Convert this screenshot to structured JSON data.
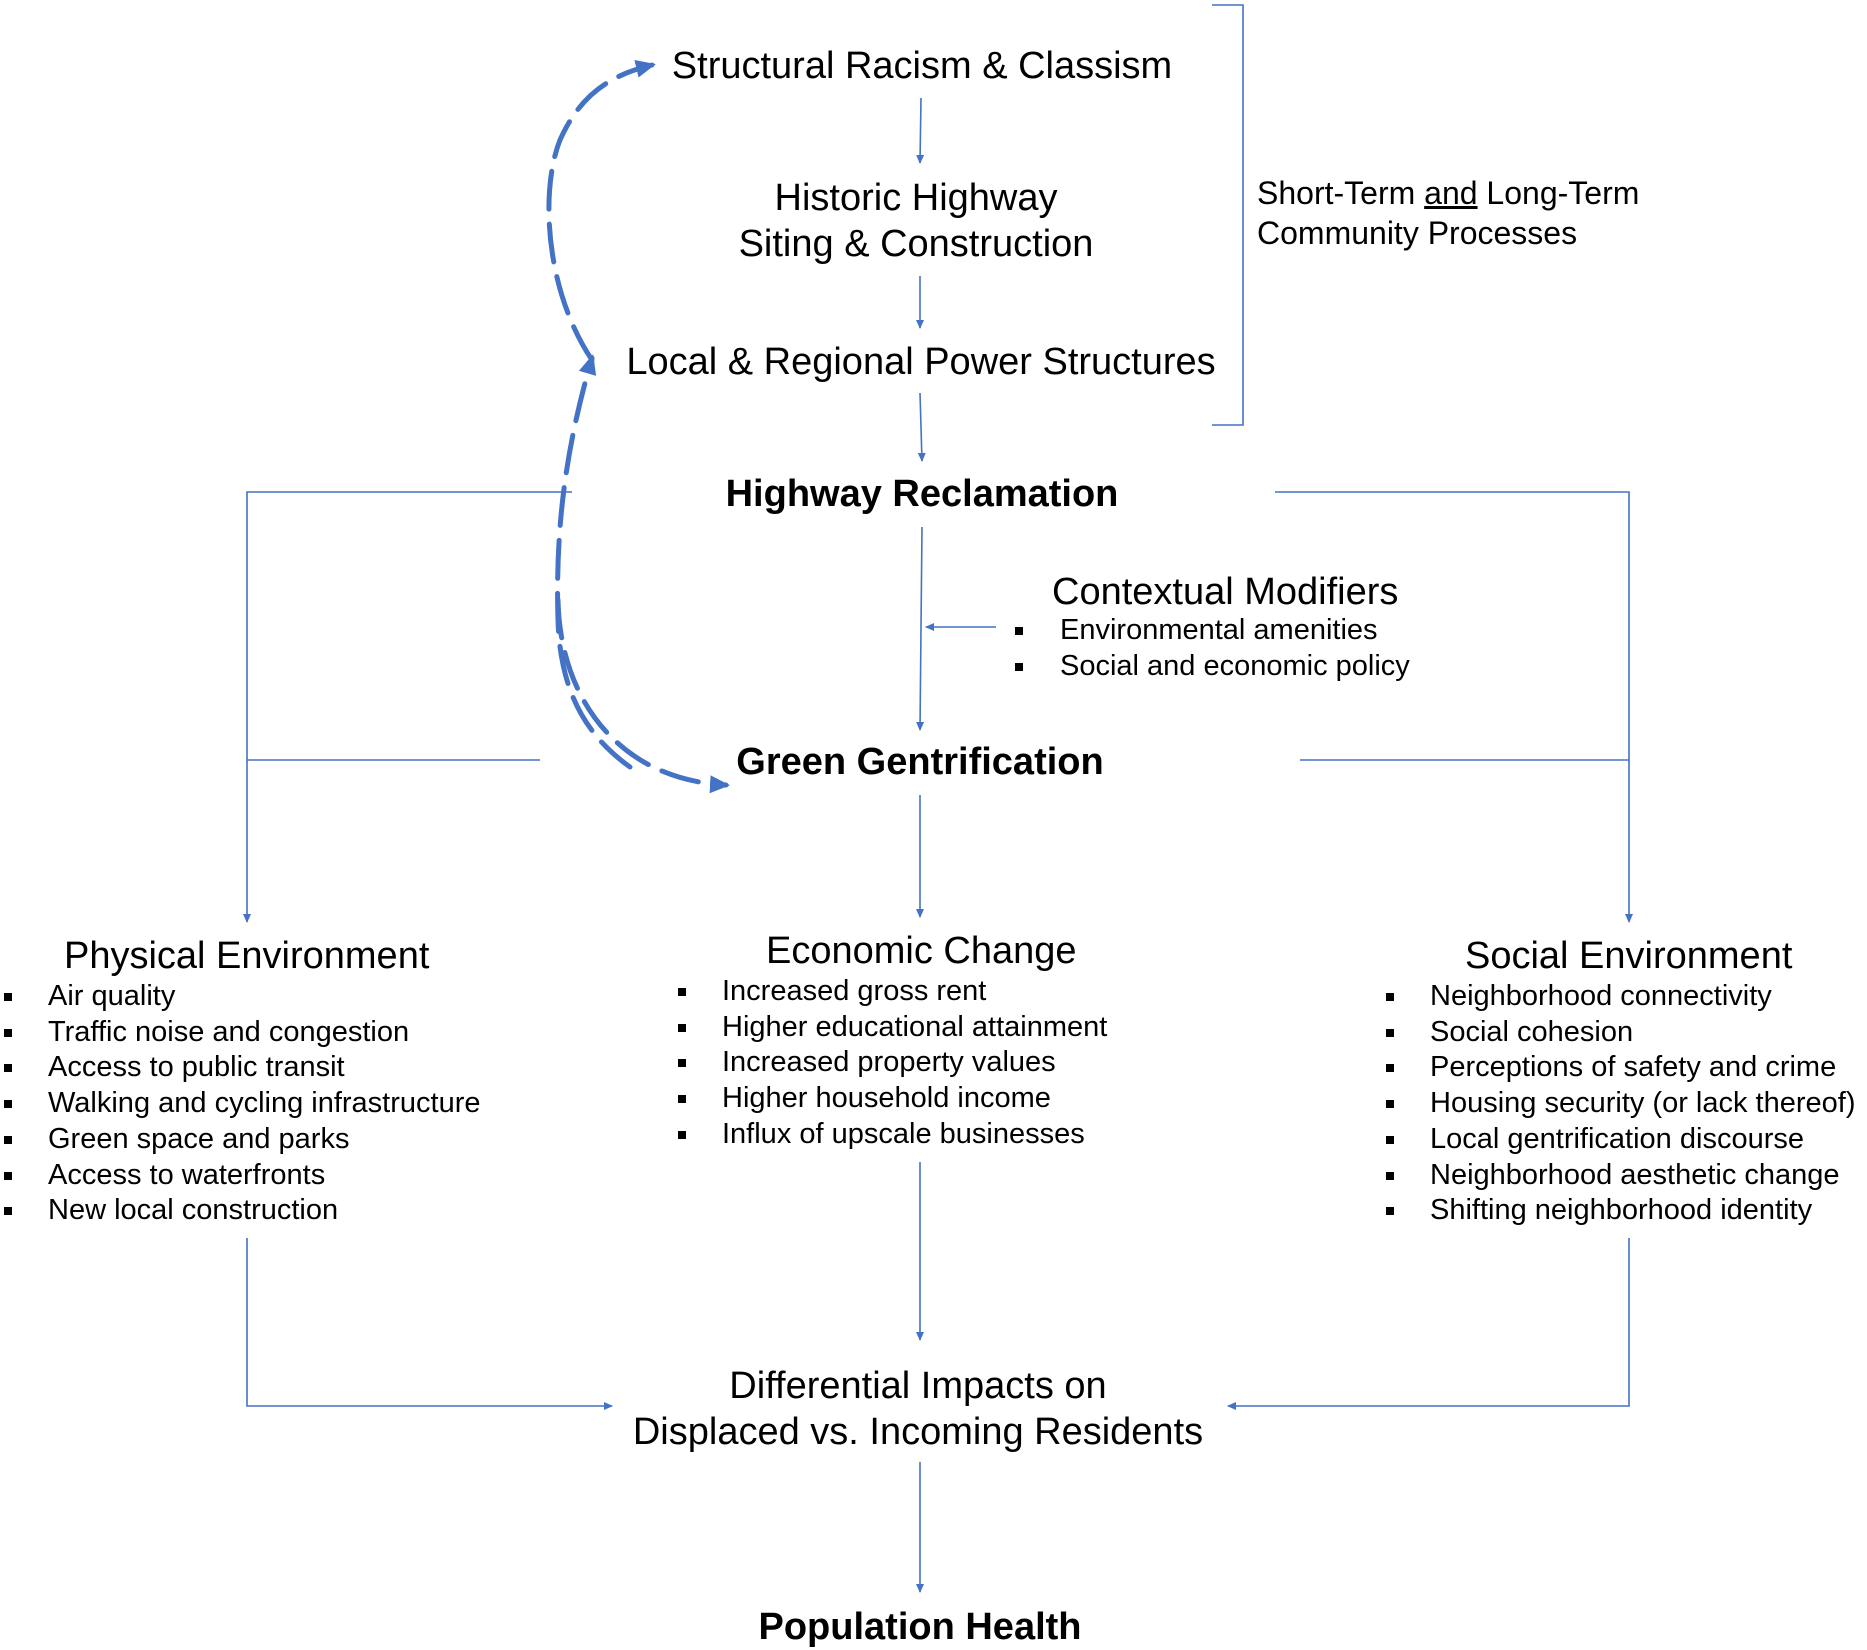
{
  "top_chain": {
    "structural": "Structural Racism & Classism",
    "historic_line1": "Historic Highway",
    "historic_line2": "Siting & Construction",
    "power": "Local & Regional Power Structures"
  },
  "bracket_label": {
    "part1": "Short-Term ",
    "underlined": "and",
    "part2": " Long-Term",
    "line2": "Community Processes"
  },
  "highway_reclamation": "Highway Reclamation",
  "contextual_modifiers": {
    "title": "Contextual Modifiers",
    "items": [
      "Environmental amenities",
      "Social and economic policy"
    ]
  },
  "green_gentrification": "Green Gentrification",
  "physical_environment": {
    "title": "Physical Environment",
    "items": [
      "Air quality",
      "Traffic noise and congestion",
      "Access to public transit",
      "Walking and cycling infrastructure",
      "Green space and parks",
      "Access to waterfronts",
      "New local construction"
    ]
  },
  "economic_change": {
    "title": "Economic Change",
    "items": [
      "Increased gross rent",
      "Higher educational attainment",
      "Increased property values",
      "Higher household income",
      "Influx of upscale businesses"
    ]
  },
  "social_environment": {
    "title": "Social Environment",
    "items": [
      "Neighborhood connectivity",
      "Social cohesion",
      "Perceptions of safety and crime",
      "Housing security (or lack thereof)",
      "Local gentrification discourse",
      "Neighborhood aesthetic change",
      "Shifting neighborhood identity"
    ]
  },
  "differential": {
    "line1": "Differential Impacts on",
    "line2": "Displaced vs. Incoming Residents"
  },
  "population_health": "Population Health",
  "colors": {
    "line": "#4472C4",
    "text": "#000000"
  }
}
